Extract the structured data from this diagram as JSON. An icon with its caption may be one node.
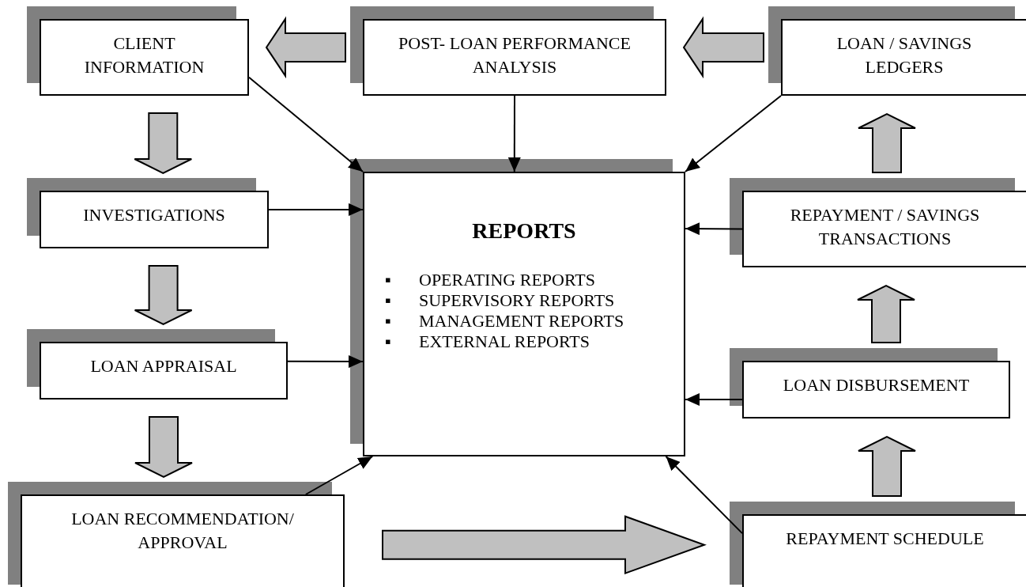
{
  "diagram": {
    "nodes": [
      {
        "text": [
          "CLIENT INFORMATION"
        ]
      },
      {
        "text": [
          "POST- LOAN PERFORMANCE ANALYSIS"
        ]
      },
      {
        "text": [
          "LOAN / SAVINGS LEDGERS"
        ]
      },
      {
        "text": [
          "INVESTIGATIONS"
        ]
      },
      {
        "text": [
          "REPORTS",
          "▪ OPERATING REPORTS",
          "▪ SUPERVISORY REPORTS",
          "▪ MANAGEMENT REPORTS",
          "▪ EXTERNAL REPORTS"
        ]
      },
      {
        "text": [
          "REPAYMENT / SAVINGS TRANSACTIONS"
        ]
      },
      {
        "text": [
          "LOAN APPRAISAL"
        ]
      },
      {
        "text": [
          "LOAN DISBURSEMENT"
        ]
      },
      {
        "text": [
          "LOAN RECOMMENDATION/ APPROVAL"
        ]
      },
      {
        "text": [
          "REPAYMENT SCHEDULE"
        ]
      }
    ],
    "edges": [
      {
        "from": 0,
        "to": 4,
        "arrow": "to"
      },
      {
        "from": 1,
        "to": 4,
        "arrow": "to"
      },
      {
        "from": 2,
        "to": 4,
        "arrow": "to"
      },
      {
        "from": 3,
        "to": 4,
        "arrow": "to"
      },
      {
        "from": 5,
        "to": 4,
        "arrow": "to"
      },
      {
        "from": 6,
        "to": 4,
        "arrow": "to"
      },
      {
        "from": 7,
        "to": 4,
        "arrow": "to"
      },
      {
        "from": 8,
        "to": 4,
        "arrow": "to"
      },
      {
        "from": 9,
        "to": 4,
        "arrow": "to"
      },
      {
        "from": 1,
        "to": 0,
        "arrow": "to",
        "style": "thick",
        "color": "#c0c0c0"
      },
      {
        "from": 2,
        "to": 1,
        "arrow": "to",
        "style": "thick",
        "color": "#c0c0c0"
      },
      {
        "from": 0,
        "to": 3,
        "arrow": "to",
        "style": "thick",
        "color": "#c0c0c0"
      },
      {
        "from": 3,
        "to": 6,
        "arrow": "to",
        "style": "thick",
        "color": "#c0c0c0"
      },
      {
        "from": 6,
        "to": 8,
        "arrow": "to",
        "style": "thick",
        "color": "#c0c0c0"
      },
      {
        "from": 8,
        "to": 9,
        "arrow": "to",
        "style": "thick",
        "color": "#c0c0c0"
      },
      {
        "from": 9,
        "to": 7,
        "arrow": "to",
        "style": "thick",
        "color": "#c0c0c0"
      },
      {
        "from": 7,
        "to": 5,
        "arrow": "to",
        "style": "thick",
        "color": "#c0c0c0"
      },
      {
        "from": 5,
        "to": 2,
        "arrow": "to",
        "style": "thick",
        "color": "#c0c0c0"
      }
    ]
  }
}
